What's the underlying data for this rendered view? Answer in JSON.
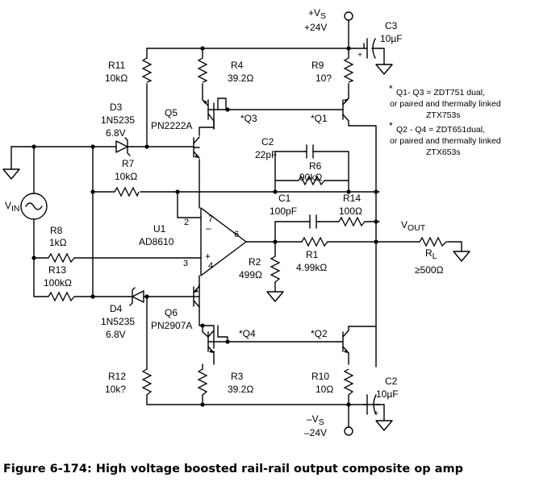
{
  "supply_pos": {
    "prefix": "+V",
    "sub": "S",
    "value": "+24V"
  },
  "supply_neg": {
    "prefix": "–V",
    "sub": "S",
    "value": "–24V"
  },
  "c3": {
    "name": "C3",
    "value": "10µF"
  },
  "c2_bottom": {
    "name": "C2",
    "value": "10µF"
  },
  "r11": {
    "name": "R11",
    "value": "10kΩ"
  },
  "r4": {
    "name": "R4",
    "value": "39.2Ω"
  },
  "r9": {
    "name": "R9",
    "value": "10?"
  },
  "d3": {
    "name": "D3",
    "part": "1N5235",
    "voltage": "6.8V"
  },
  "q5": {
    "name": "Q5",
    "part": "PN2222A"
  },
  "q3": {
    "name": "*Q3"
  },
  "q1": {
    "name": "*Q1"
  },
  "note1": {
    "star": "*",
    "line1": "Q1- Q3 = ZDT751 dual,",
    "line2": "or paired and thermally linked",
    "line3": "ZTX753s"
  },
  "note2": {
    "star": "*",
    "line1": "Q2 - Q4 = ZDT651dual,",
    "line2": "or paired and thermally linked",
    "line3": "ZTX653s"
  },
  "c2_feedback": {
    "name": "C2",
    "value": "22pF"
  },
  "r7": {
    "name": "R7",
    "value": "10kΩ"
  },
  "r6": {
    "name": "R6",
    "value": "90kΩ"
  },
  "c1": {
    "name": "C1",
    "value": "100pF"
  },
  "r14": {
    "name": "R14",
    "value": "100Ω"
  },
  "vin": {
    "prefix": "V",
    "sub": "IN"
  },
  "vout": {
    "prefix": "V",
    "sub": "OUT"
  },
  "u1": {
    "name": "U1",
    "part": "AD8610",
    "pin2": "2",
    "pin3": "3",
    "pin4": "4",
    "pin6": "6",
    "pin7": "7",
    "minus": "–",
    "plus": "+"
  },
  "r8": {
    "name": "R8",
    "value": "1kΩ"
  },
  "r13": {
    "name": "R13",
    "value": "100kΩ"
  },
  "r2": {
    "name": "R2",
    "value": "499Ω"
  },
  "r1": {
    "name": "R1",
    "value": "4.99kΩ"
  },
  "rl": {
    "prefix": "R",
    "sub": "L",
    "value": "≥500Ω"
  },
  "d4": {
    "name": "D4",
    "part": "1N5235",
    "voltage": "6.8V"
  },
  "q6": {
    "name": "Q6",
    "part": "PN2907A"
  },
  "q4": {
    "name": "*Q4"
  },
  "q2": {
    "name": "*Q2"
  },
  "r12": {
    "name": "R12",
    "value": "10k?"
  },
  "r3": {
    "name": "R3",
    "value": "39.2Ω"
  },
  "r10": {
    "name": "R10",
    "value": "10Ω"
  },
  "plus_sign": "+",
  "caption": "Figure 6-174: High voltage boosted rail-rail output composite op amp"
}
